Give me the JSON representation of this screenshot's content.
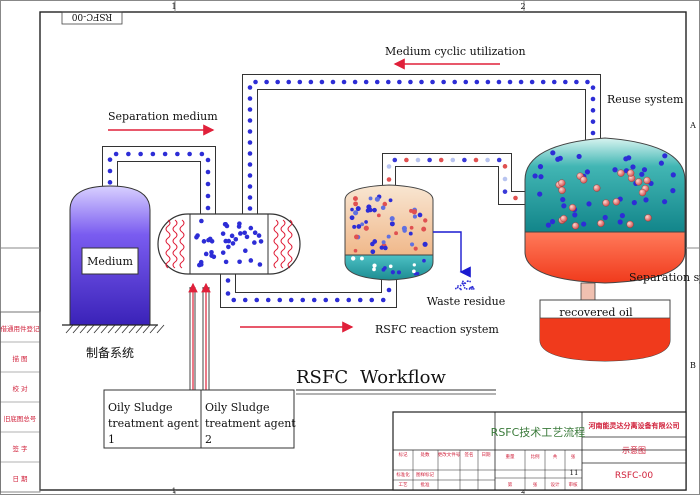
{
  "drawing": {
    "id_stamp": "RSFC-00",
    "grid_numbers": [
      "1",
      "2"
    ],
    "grid_letters": [
      "A",
      "B"
    ]
  },
  "labels": {
    "medium_cyclic": "Medium cyclic utilization",
    "separation_medium": "Separation medium",
    "reuse_system": "Reuse system",
    "medium": "Medium",
    "prep_system": "制备系统",
    "waste_residue": "Waste residue",
    "reaction_system": "RSFC  reaction system",
    "separation_system": "Separation system",
    "recovered_oil": "recovered oil",
    "workflow_a": "RSFC",
    "workflow_b": "Workflow",
    "agent1": [
      "Oily Sludge",
      "treatment agent",
      "1"
    ],
    "agent2": [
      "Oily Sludge",
      "treatment agent",
      "2"
    ]
  },
  "left_margin": [
    "借通用件登记",
    "描    图",
    "校    对",
    "旧底图总号",
    "签    字",
    "日    期"
  ],
  "title_block": {
    "drawing_title": "RSFC技术工艺流程",
    "company": "河南能灵达分离设备有限公司",
    "diagram_type": "示意图",
    "doc_number": "RSFC-00",
    "sheet_count": "11",
    "small_cells": [
      "标记",
      "处数",
      "更改文件号",
      "签名",
      "日期",
      "标准化",
      "图样标记",
      "重量",
      "比例",
      "共",
      "张",
      "第",
      "张",
      "设计",
      "审核",
      "工艺",
      "批准"
    ]
  },
  "colors": {
    "pipe_dot": "#2d2dd6",
    "arrow_red": "#e0203a",
    "vessel_violet": "#5b3fd6",
    "reactor_top": "#f3c9a0",
    "reactor_bottom": "#2aa2a8",
    "sep_top": "#1f8f95",
    "sep_bottom": "#f04a2a"
  }
}
